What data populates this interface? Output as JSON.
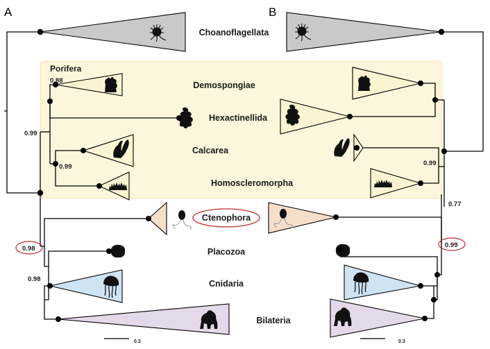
{
  "panels": {
    "left": "A",
    "right": "B"
  },
  "colors": {
    "choanoflagellata": "#c9c9c9",
    "porifera_box": "#fcf6dc",
    "porifera_clades": "#fbf4d2",
    "ctenophora": "#f5dfcb",
    "cnidaria": "#cfe4f3",
    "bilateria": "#e4d9ea",
    "highlight": "#c0282d"
  },
  "group_label": "Porifera",
  "taxa": {
    "choanoflagellata": "Choanoflagellata",
    "demospongiae": "Demospongiae",
    "hexactinellida": "Hexactinellida",
    "calcarea": "Calcarea",
    "homoscleromorpha": "Homoscleromorpha",
    "ctenophora": "Ctenophora",
    "placozoa": "Placozoa",
    "cnidaria": "Cnidaria",
    "bilateria": "Bilateria"
  },
  "support": {
    "a_demospongiae": "0.88",
    "a_porifera": "0.99",
    "a_calcarea_homo": "0.99",
    "a_placozoa": "0.98",
    "a_cnidaria": "0.98",
    "b_calcarea_homo": "0.99",
    "b_porifera": "0.77",
    "b_ctenophora": "0.99"
  },
  "scale_bars": {
    "left": "0.3",
    "right": "0.3"
  },
  "icons": {
    "choanoflagellate": "choanoflagellate-icon",
    "demosponge": "demosponge-icon",
    "glass_sponge": "glass-sponge-icon",
    "calcareous_sponge": "calcareous-sponge-icon",
    "homoscleromorph": "homoscleromorph-icon",
    "comb_jelly": "comb-jelly-icon",
    "placozoan": "placozoan-icon",
    "jellyfish": "jellyfish-icon",
    "gorilla": "gorilla-icon"
  }
}
